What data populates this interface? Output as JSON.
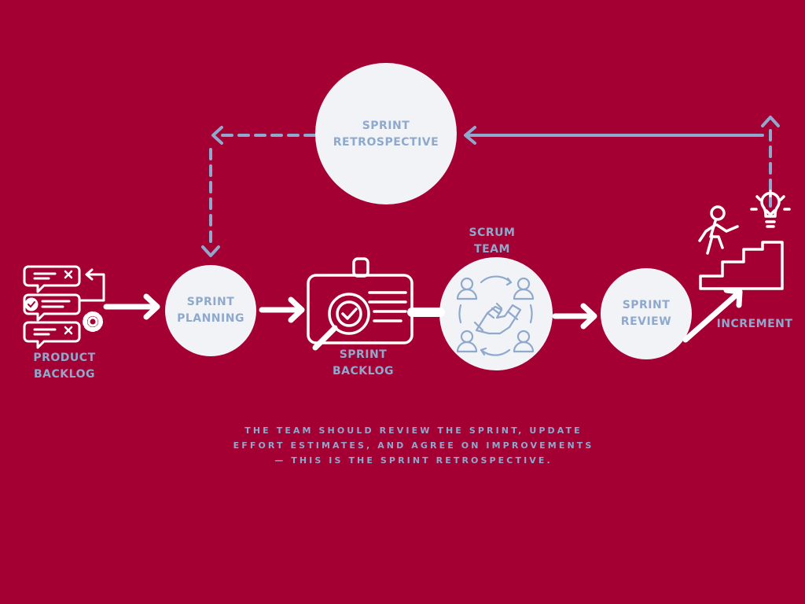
{
  "nodes": {
    "retrospective": {
      "line1": "SPRINT",
      "line2": "RETROSPECTIVE"
    },
    "product_backlog": {
      "line1": "PRODUCT",
      "line2": "BACKLOG"
    },
    "planning": {
      "line1": "SPRINT",
      "line2": "PLANNING"
    },
    "sprint_backlog": {
      "line1": "SPRINT",
      "line2": "BACKLOG"
    },
    "scrum_team": {
      "line1": "SCRUM",
      "line2": "TEAM"
    },
    "review": {
      "line1": "SPRINT",
      "line2": "REVIEW"
    },
    "increment": {
      "label": "INCREMENT"
    }
  },
  "caption": {
    "line1": "THE TEAM SHOULD REVIEW THE SPRINT, UPDATE",
    "line2": "EFFORT ESTIMATES, AND AGREE ON IMPROVEMENTS",
    "line3": "— THIS IS THE SPRINT RETROSPECTIVE."
  },
  "colors": {
    "background": "#a50034",
    "circle": "#f1f3f7",
    "accent": "#8ea9cc",
    "white": "#ffffff"
  },
  "icons": {
    "product_backlog": "chat-bubbles-gear-icon",
    "sprint_backlog": "id-card-magnifier-icon",
    "scrum_team": "handshake-team-icon",
    "increment": "person-climbing-stairs-lightbulb-icon"
  }
}
